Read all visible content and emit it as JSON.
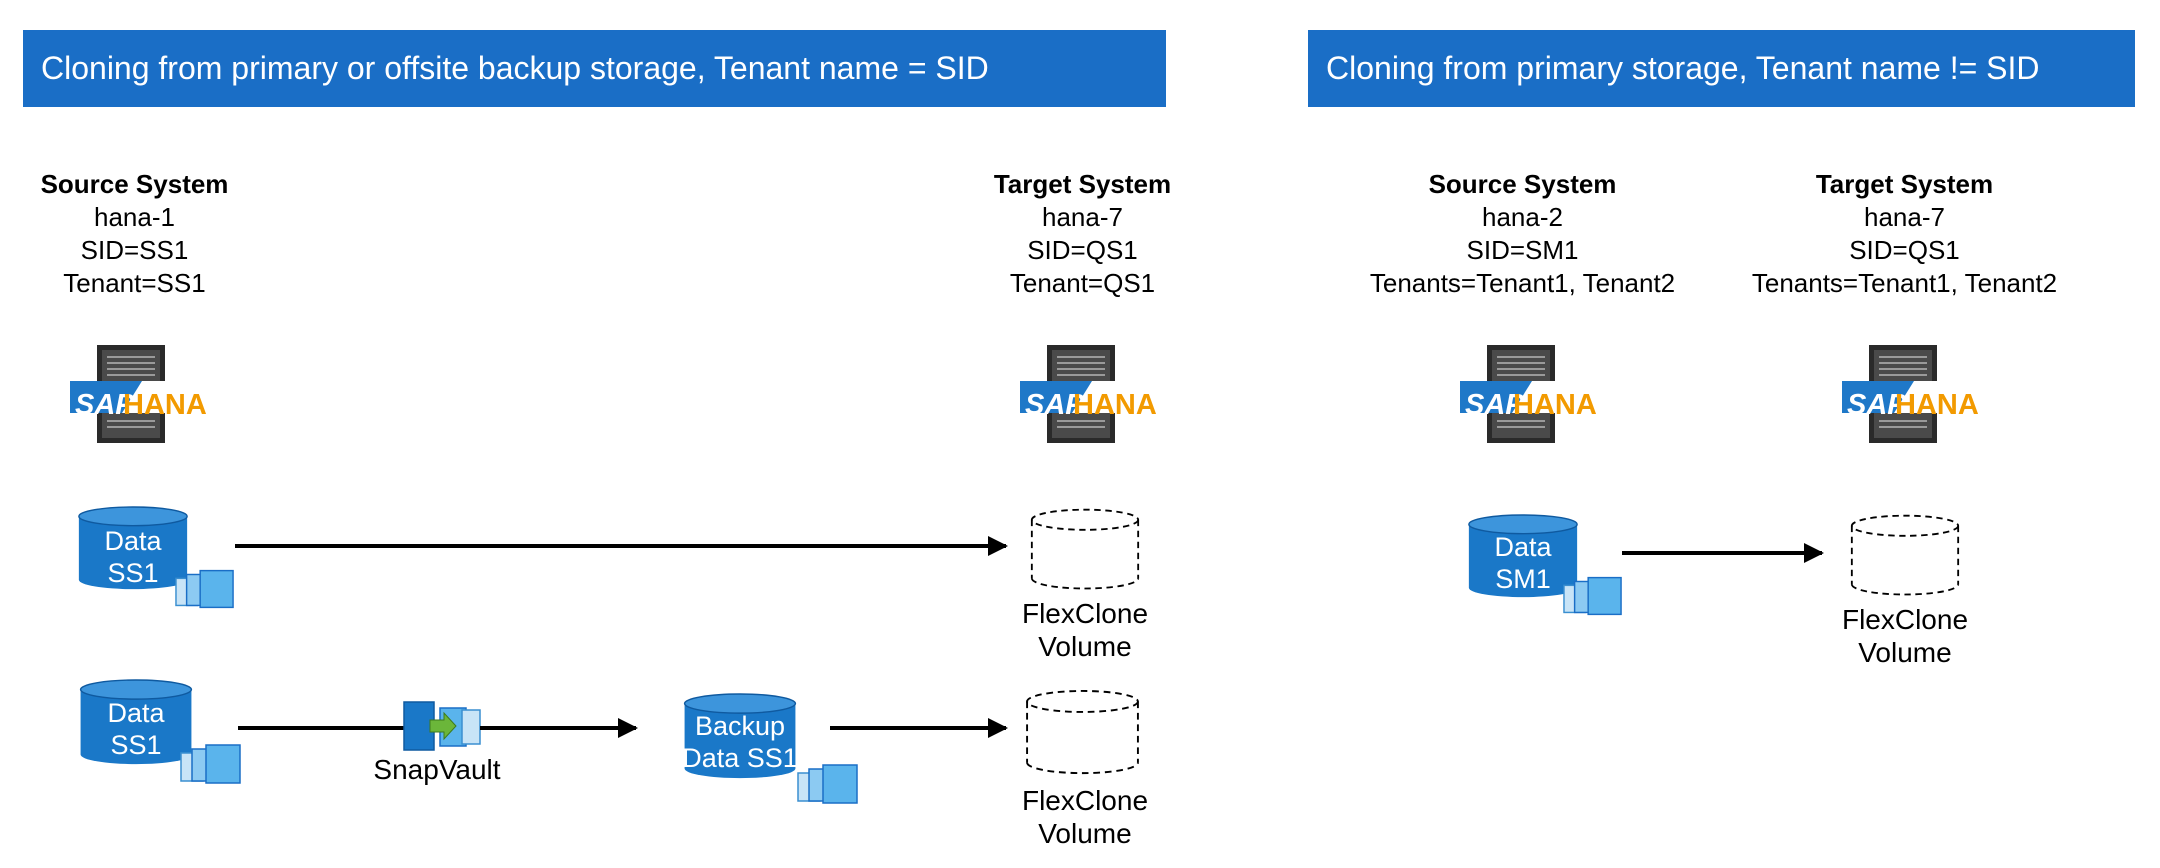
{
  "left_panel": {
    "banner_text": "Cloning from primary or offsite backup storage, Tenant name = SID",
    "source": {
      "heading": "Source System",
      "host": "hana-1",
      "sid": "SID=SS1",
      "tenant": "Tenant=SS1"
    },
    "target": {
      "heading": "Target System",
      "host": "hana-7",
      "sid": "SID=QS1",
      "tenant": "Tenant=QS1"
    },
    "row1": {
      "source_volume": [
        "Data",
        "SS1"
      ],
      "clone_label": [
        "FlexClone",
        "Volume"
      ]
    },
    "row2": {
      "source_volume": [
        "Data",
        "SS1"
      ],
      "replication_label": "SnapVault",
      "backup_volume": [
        "Backup",
        "Data SS1"
      ],
      "clone_label": [
        "FlexClone",
        "Volume"
      ]
    }
  },
  "right_panel": {
    "banner_text": "Cloning from primary storage, Tenant name != SID",
    "source": {
      "heading": "Source System",
      "host": "hana-2",
      "sid": "SID=SM1",
      "tenants": "Tenants=Tenant1, Tenant2"
    },
    "target": {
      "heading": "Target System",
      "host": "hana-7",
      "sid": "SID=QS1",
      "tenants": "Tenants=Tenant1, Tenant2"
    },
    "source_volume": [
      "Data",
      "SM1"
    ],
    "clone_label": [
      "FlexClone",
      "Volume"
    ]
  },
  "logo": {
    "sap": "SAP",
    "hana": "HANA"
  },
  "colors": {
    "banner": "#1a6ec6",
    "volume": "#1a78c8",
    "hana_orange": "#f29a00",
    "snapshot": "#5ab4ec"
  },
  "icons": [
    "sap-hana-server-icon",
    "volume-icon",
    "snapshot-icon",
    "flexclone-icon",
    "snapvault-icon",
    "arrow-icon"
  ]
}
